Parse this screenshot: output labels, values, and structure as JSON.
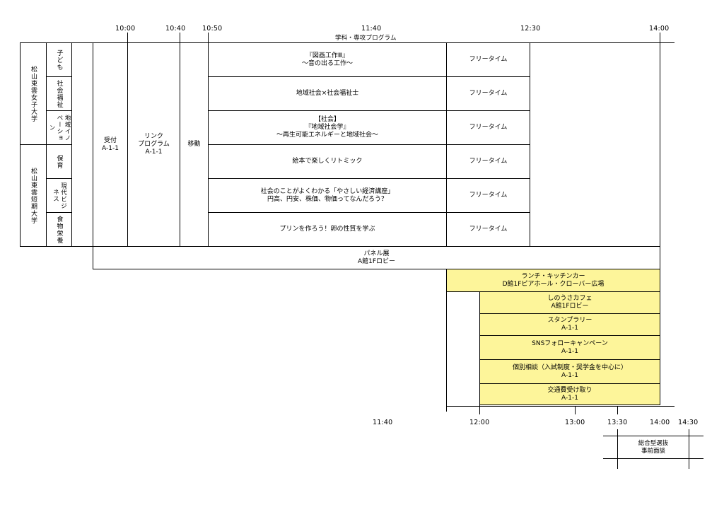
{
  "top_times": [
    "10:00",
    "10:40",
    "10:50",
    "11:40",
    "12:30",
    "14:00"
  ],
  "header_label": "学科・専攻プログラム",
  "universities": {
    "women": "松山東雲女子大学",
    "junior": "松山東雲短期大学"
  },
  "departments": [
    "子ども",
    "社会福祉",
    "地域イノベーション",
    "保育",
    "現代ビジネス",
    "食物栄養"
  ],
  "reception": "受付\nA-1-1",
  "link_program": "リンク\nプログラム\nA-1-1",
  "move": "移動",
  "programs": [
    "『図画工作Ⅲ』\n～音の出る工作～",
    "地域社会×社会福祉士",
    "【社会】\n『地域社会学』\n～再生可能エネルギーと地域社会～",
    "絵本で楽しくリトミック",
    "社会のことがよくわかる「やさしい経済講座」\n円高、円安、株価、物価ってなんだろう？",
    "プリンを作ろう！卵の性質を学ぶ"
  ],
  "free_time": "フリータイム",
  "panel": "パネル展\nA館1Fロビー",
  "activities": [
    "ランチ・キッチンカー\nD館1Fピアホール・クローバー広場",
    "しのうさカフェ\nA館1Fロビー",
    "スタンプラリー\nA-1-1",
    "SNSフォローキャンペーン\nA-1-1",
    "個別相談（入試制度・奨学金を中心に）\nA-1-1",
    "交通費受け取り\nA-1-1"
  ],
  "bottom_times": [
    "11:40",
    "12:00",
    "13:00",
    "13:30",
    "14:00",
    "14:30"
  ],
  "interview": "総合型選抜\n事前面談",
  "colors": {
    "highlight": "#fdf59a",
    "line": "#000000"
  }
}
